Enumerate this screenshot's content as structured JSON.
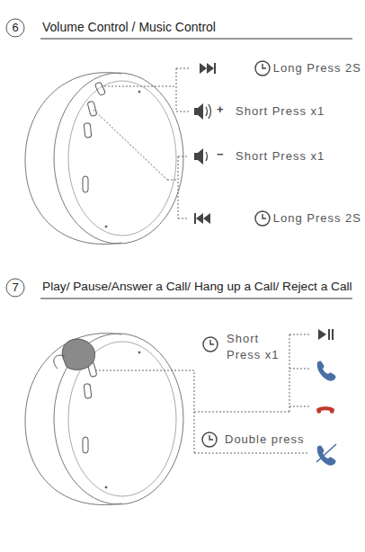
{
  "diagram": {
    "labels": [
      "6",
      "Volume Control / Music Control",
      "Long Press 2S",
      "+",
      "Short Press x1",
      "−",
      "Short Press x1",
      "Long Press 2S",
      "7",
      "Play/ Pause/Answer a Call/ Hang up a Call/ Reject a Call",
      "Short Press x1",
      "Double press"
    ]
  }
}
